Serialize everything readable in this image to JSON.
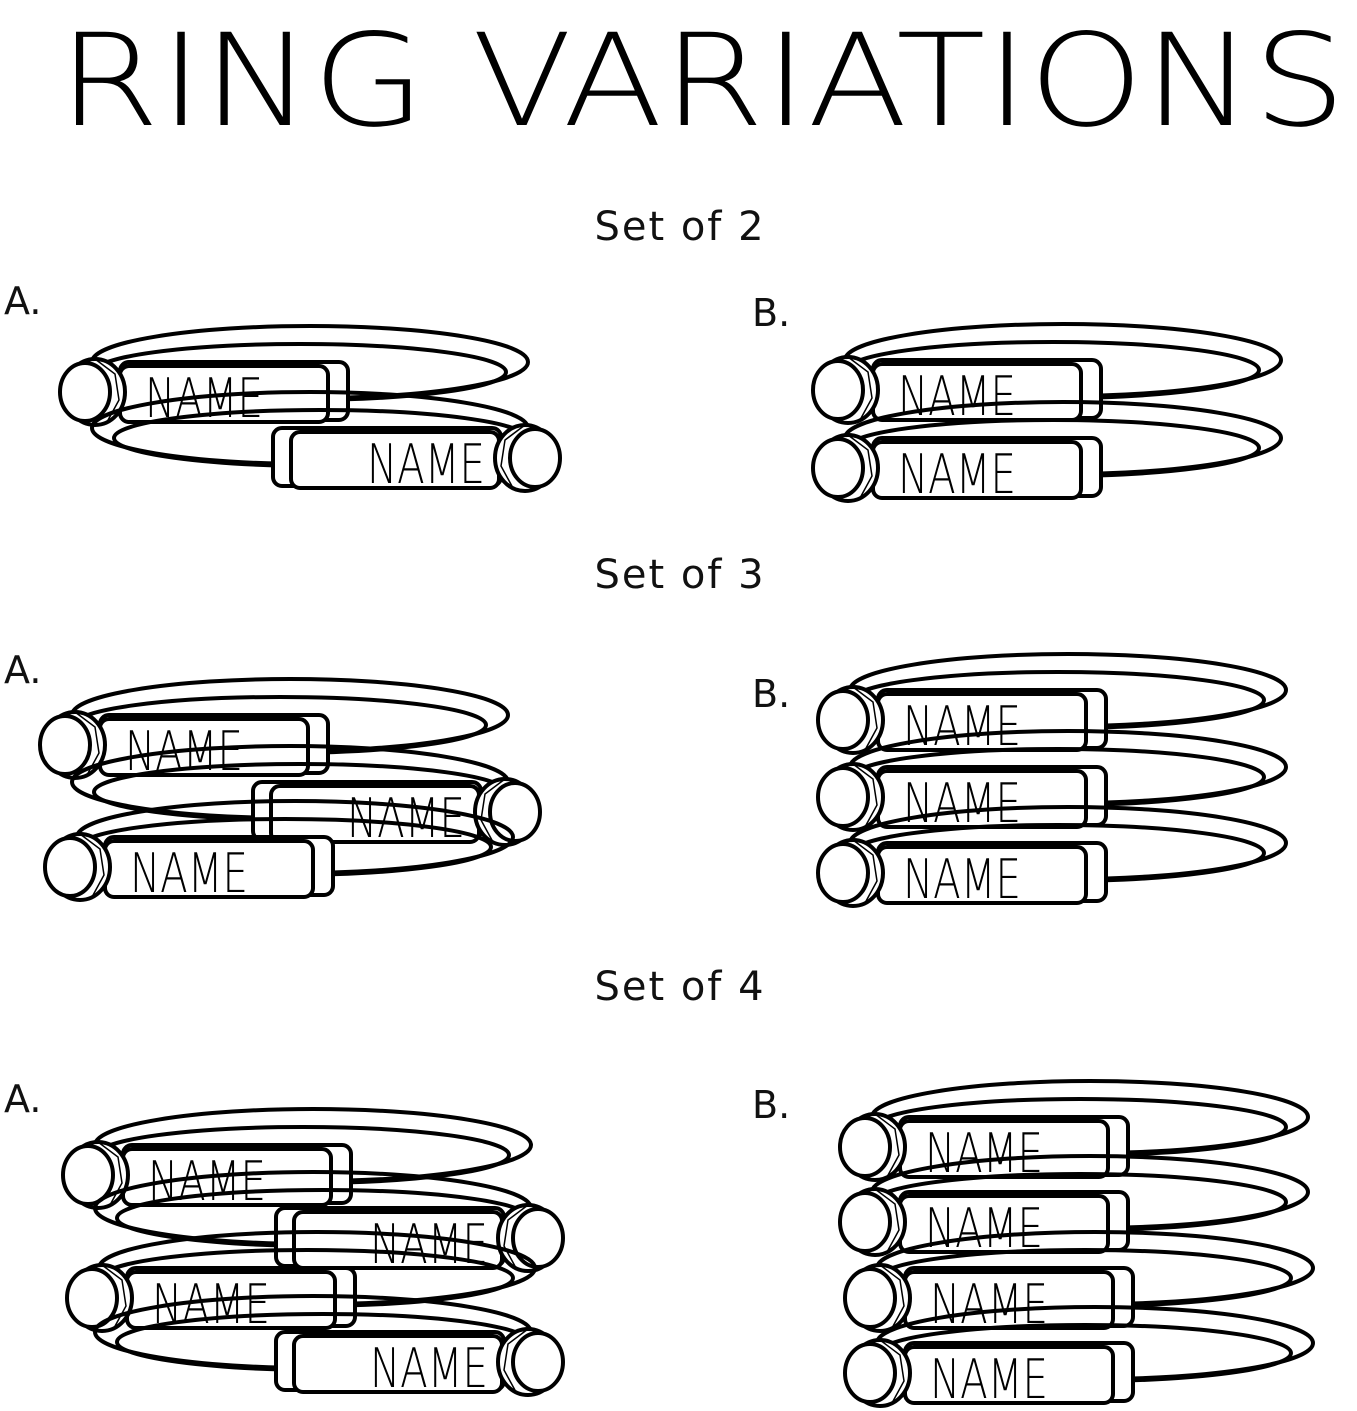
{
  "title": "RING VARIATIONS",
  "engraving_text": "NAME",
  "sets": [
    {
      "heading": "Set of 2",
      "variants": [
        {
          "label": "A.",
          "rings": [
            {
              "stone": "left"
            },
            {
              "stone": "right"
            }
          ]
        },
        {
          "label": "B.",
          "rings": [
            {
              "stone": "left"
            },
            {
              "stone": "left"
            }
          ]
        }
      ]
    },
    {
      "heading": "Set of 3",
      "variants": [
        {
          "label": "A.",
          "rings": [
            {
              "stone": "left"
            },
            {
              "stone": "right"
            },
            {
              "stone": "left"
            }
          ]
        },
        {
          "label": "B.",
          "rings": [
            {
              "stone": "left"
            },
            {
              "stone": "left"
            },
            {
              "stone": "left"
            }
          ]
        }
      ]
    },
    {
      "heading": "Set of 4",
      "variants": [
        {
          "label": "A.",
          "rings": [
            {
              "stone": "left"
            },
            {
              "stone": "right"
            },
            {
              "stone": "left"
            },
            {
              "stone": "right"
            }
          ]
        },
        {
          "label": "B.",
          "rings": [
            {
              "stone": "left"
            },
            {
              "stone": "left"
            },
            {
              "stone": "left"
            },
            {
              "stone": "left"
            }
          ]
        }
      ]
    }
  ]
}
